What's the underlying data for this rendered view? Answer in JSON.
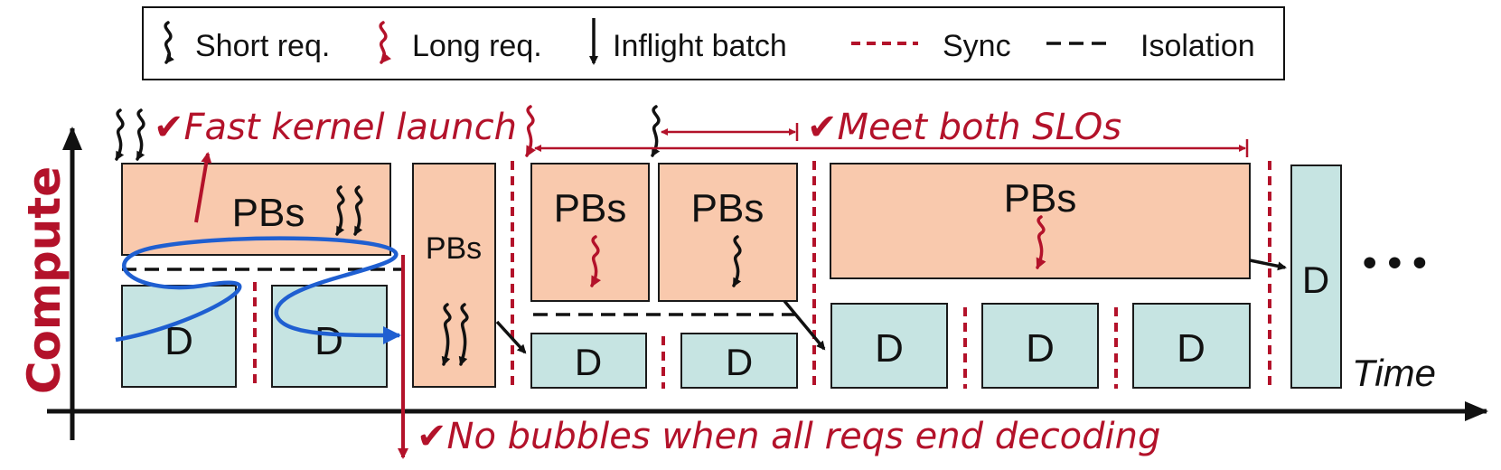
{
  "legend": {
    "short_req": "Short req.",
    "long_req": "Long req.",
    "inflight_batch": "Inflight batch",
    "sync": "Sync",
    "isolation": "Isolation"
  },
  "axes": {
    "y_label": "Compute",
    "x_label": "Time",
    "ellipsis": "• • •"
  },
  "blocks": {
    "pbs": "PBs",
    "d": "D"
  },
  "annotations": {
    "fast_kernel": "✔Fast kernel launch",
    "meet_slos": "✔Meet both SLOs",
    "no_bubbles": "✔No bubbles when all reqs end decoding"
  },
  "colors": {
    "accent_red": "#b3122a",
    "pb_fill": "#f9c9ad",
    "d_fill": "#c6e4e2",
    "curve_blue": "#1f5fd1"
  }
}
